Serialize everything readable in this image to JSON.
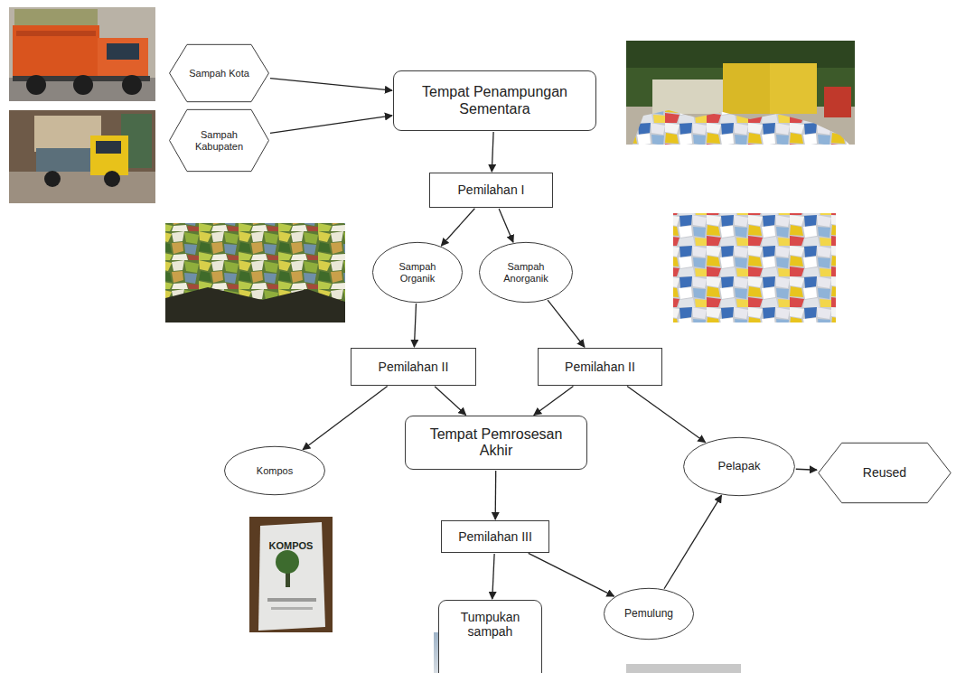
{
  "diagram": {
    "nodes": [
      {
        "text": [
          "Sampah Kota"
        ]
      },
      {
        "text": [
          "Sampah Kabupaten"
        ]
      },
      {
        "text": [
          "Tempat Penampungan Sementara"
        ]
      },
      {
        "text": [
          "Pemilahan I"
        ]
      },
      {
        "text": [
          "Sampah Organik"
        ]
      },
      {
        "text": [
          "Sampah Anorganik"
        ]
      },
      {
        "text": [
          "Pemilahan II"
        ]
      },
      {
        "text": [
          "Pemilahan II"
        ]
      },
      {
        "text": [
          "Kompos"
        ]
      },
      {
        "text": [
          "Tempat Pemrosesan Akhir"
        ]
      },
      {
        "text": [
          "Pelapak"
        ]
      },
      {
        "text": [
          "Reused"
        ]
      },
      {
        "text": [
          "Pemilahan III"
        ]
      },
      {
        "text": [
          "Tumpukan sampah"
        ]
      },
      {
        "text": [
          "Pemulung"
        ]
      }
    ],
    "edges": [
      {
        "from": 0,
        "to": 2,
        "arrow": "to"
      },
      {
        "from": 1,
        "to": 2,
        "arrow": "to"
      },
      {
        "from": 2,
        "to": 3,
        "arrow": "to"
      },
      {
        "from": 3,
        "to": 4,
        "arrow": "to"
      },
      {
        "from": 3,
        "to": 5,
        "arrow": "to"
      },
      {
        "from": 4,
        "to": 6,
        "arrow": "to"
      },
      {
        "from": 5,
        "to": 7,
        "arrow": "to"
      },
      {
        "from": 6,
        "to": 8,
        "arrow": "to"
      },
      {
        "from": 6,
        "to": 9,
        "arrow": "to"
      },
      {
        "from": 7,
        "to": 9,
        "arrow": "to"
      },
      {
        "from": 7,
        "to": 10,
        "arrow": "to"
      },
      {
        "from": 10,
        "to": 11,
        "arrow": "to"
      },
      {
        "from": 9,
        "to": 12,
        "arrow": "to"
      },
      {
        "from": 12,
        "to": 13,
        "arrow": "to"
      },
      {
        "from": 12,
        "to": 14,
        "arrow": "to"
      },
      {
        "from": 14,
        "to": 10,
        "arrow": "to"
      }
    ],
    "labels": [
      "KOMPOS"
    ]
  }
}
